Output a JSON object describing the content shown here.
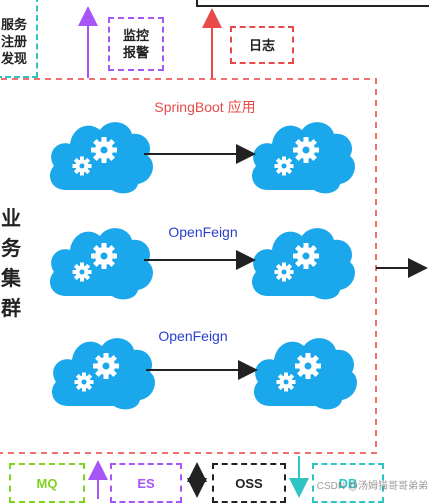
{
  "top_boxes": {
    "service_discovery": [
      "服务",
      "注册",
      "发现"
    ],
    "monitor_alert": [
      "监控",
      "报警"
    ],
    "log": "日志"
  },
  "cluster": {
    "title_chars": [
      "业",
      "务",
      "集",
      "群"
    ],
    "labels": [
      "SpringBoot 应用",
      "OpenFeign",
      "OpenFeign"
    ]
  },
  "bottom_boxes": [
    "MQ",
    "ES",
    "OSS",
    "DB"
  ],
  "watermark": "CSDN @汤姆猫哥哥弟弟",
  "colors": {
    "cloud": "#1aa7ec",
    "gear": "#ffffff",
    "red_label": "#e84a4a",
    "blue_label": "#2b3fcf",
    "teal": "#2ec4c4",
    "purple": "#a855f7",
    "red": "#e84a4a",
    "green": "#7ed321"
  }
}
